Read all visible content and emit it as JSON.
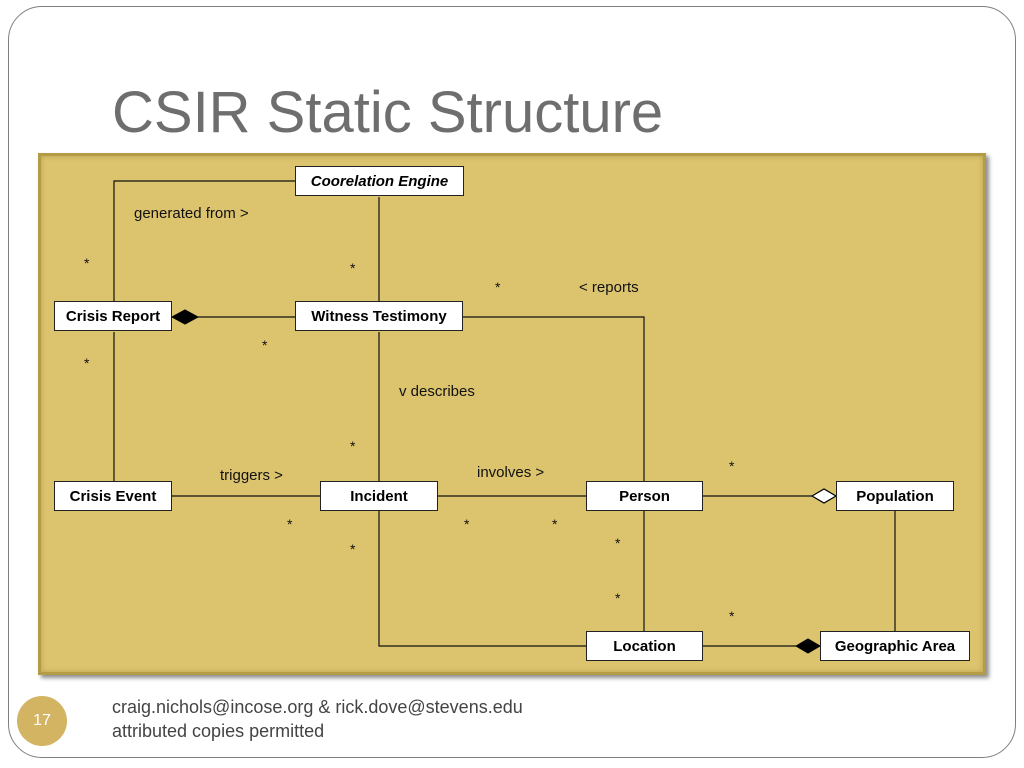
{
  "slide": {
    "title": "CSIR Static Structure",
    "page_number": "17",
    "footer_line1": "craig.nichols@incose.org & rick.dove@stevens.edu",
    "footer_line2": "attributed copies permitted"
  },
  "diagram": {
    "classes": {
      "coorelation_engine": "Coorelation Engine",
      "crisis_report": "Crisis Report",
      "witness_testimony": "Witness Testimony",
      "crisis_event": "Crisis Event",
      "incident": "Incident",
      "person": "Person",
      "population": "Population",
      "location": "Location",
      "geographic_area": "Geographic Area"
    },
    "association_labels": {
      "generated_from": "generated from >",
      "reports": "< reports",
      "describes": "v describes",
      "triggers": "triggers >",
      "involves": "involves >"
    },
    "multiplicity": "*",
    "colors": {
      "panel_background": "#dcc46f",
      "title": "#6e6e6e",
      "page_badge": "#d2b463"
    }
  }
}
